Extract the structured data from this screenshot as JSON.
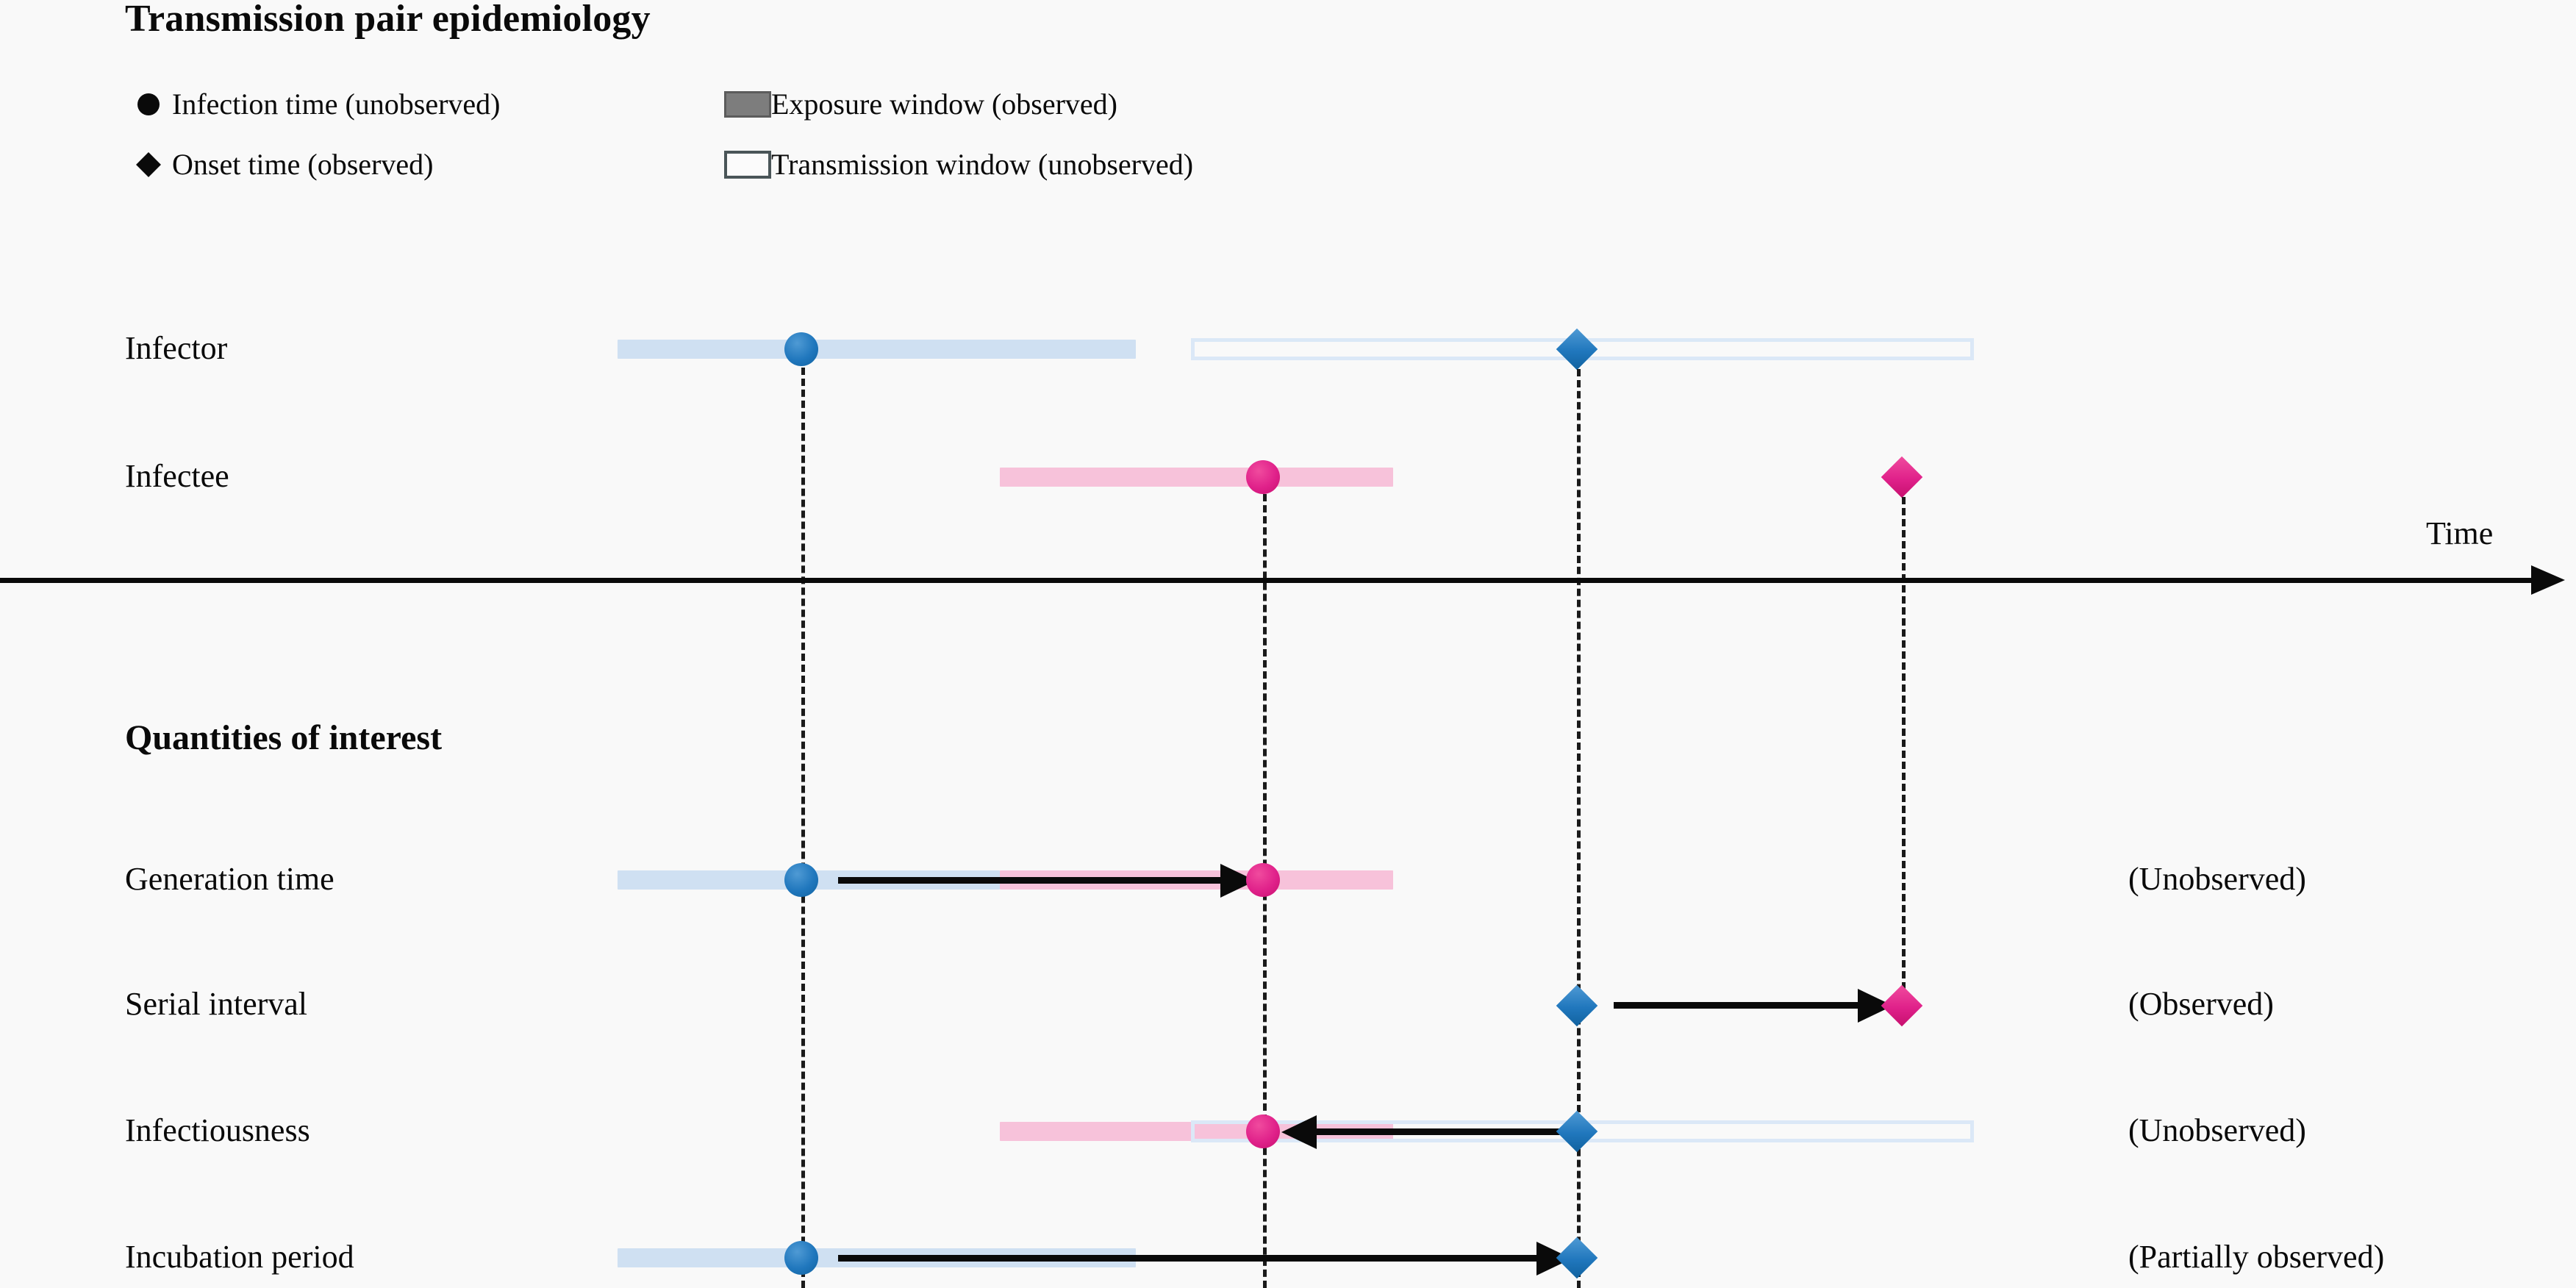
{
  "title": "Transmission pair epidemiology",
  "legend": {
    "items": [
      {
        "icon": "filled-circle-icon",
        "label": "Infection time (unobserved)"
      },
      {
        "icon": "filled-diamond-icon",
        "label": "Onset time (observed)"
      },
      {
        "icon": "filled-rectangle-icon",
        "label": "Exposure window (observed)"
      },
      {
        "icon": "open-rectangle-icon",
        "label": "Transmission window (unobserved)"
      }
    ]
  },
  "timeline": {
    "rows": [
      {
        "label": "Infector"
      },
      {
        "label": "Infectee"
      }
    ],
    "axis_label": "Time"
  },
  "quantities": {
    "title": "Quantities of interest",
    "rows": [
      {
        "label": "Generation time",
        "note": "(Unobserved)"
      },
      {
        "label": "Serial interval",
        "note": "(Observed)"
      },
      {
        "label": "Infectiousness",
        "note": "(Unobserved)"
      },
      {
        "label": "Incubation period",
        "note": "(Partially observed)"
      }
    ]
  },
  "colors": {
    "infector_marker": "#2077bd",
    "infector_band": "#cfe0f2",
    "infectee_marker": "#e0218a",
    "infectee_band": "#f7c2da",
    "transmission_window_border": "#dbe8f7",
    "axis": "#0a0a0a",
    "background": "#f9f9f9"
  },
  "chart_data": {
    "type": "timeline",
    "title": "Transmission pair epidemiology",
    "xlabel": "Time",
    "events": [
      {
        "name": "infector-infection-time",
        "marker": "circle",
        "series": "infector",
        "x": 1090
      },
      {
        "name": "infectee-infection-time",
        "marker": "circle",
        "series": "infectee",
        "x": 1718
      },
      {
        "name": "infector-onset-time",
        "marker": "diamond",
        "series": "infector",
        "x": 2145
      },
      {
        "name": "infectee-onset-time",
        "marker": "diamond",
        "series": "infectee",
        "x": 2587
      }
    ],
    "intervals": [
      {
        "name": "infector-exposure-window",
        "series": "infector",
        "style": "filled",
        "x0": 840,
        "x1": 1545
      },
      {
        "name": "infector-transmission-window",
        "series": "infector",
        "style": "open",
        "x0": 1620,
        "x1": 2685
      },
      {
        "name": "infectee-exposure-window",
        "series": "infectee",
        "style": "filled",
        "x0": 1360,
        "x1": 1895
      }
    ],
    "measures": [
      {
        "name": "generation-time",
        "from": "infector-infection-time",
        "to": "infectee-infection-time",
        "direction": "right",
        "observability": "Unobserved"
      },
      {
        "name": "serial-interval",
        "from": "infector-onset-time",
        "to": "infectee-onset-time",
        "direction": "right",
        "observability": "Observed"
      },
      {
        "name": "infectiousness",
        "from": "infector-onset-time",
        "to": "infectee-infection-time",
        "direction": "left",
        "observability": "Unobserved"
      },
      {
        "name": "incubation-period",
        "from": "infector-infection-time",
        "to": "infector-onset-time",
        "direction": "right",
        "observability": "Partially observed"
      }
    ]
  }
}
